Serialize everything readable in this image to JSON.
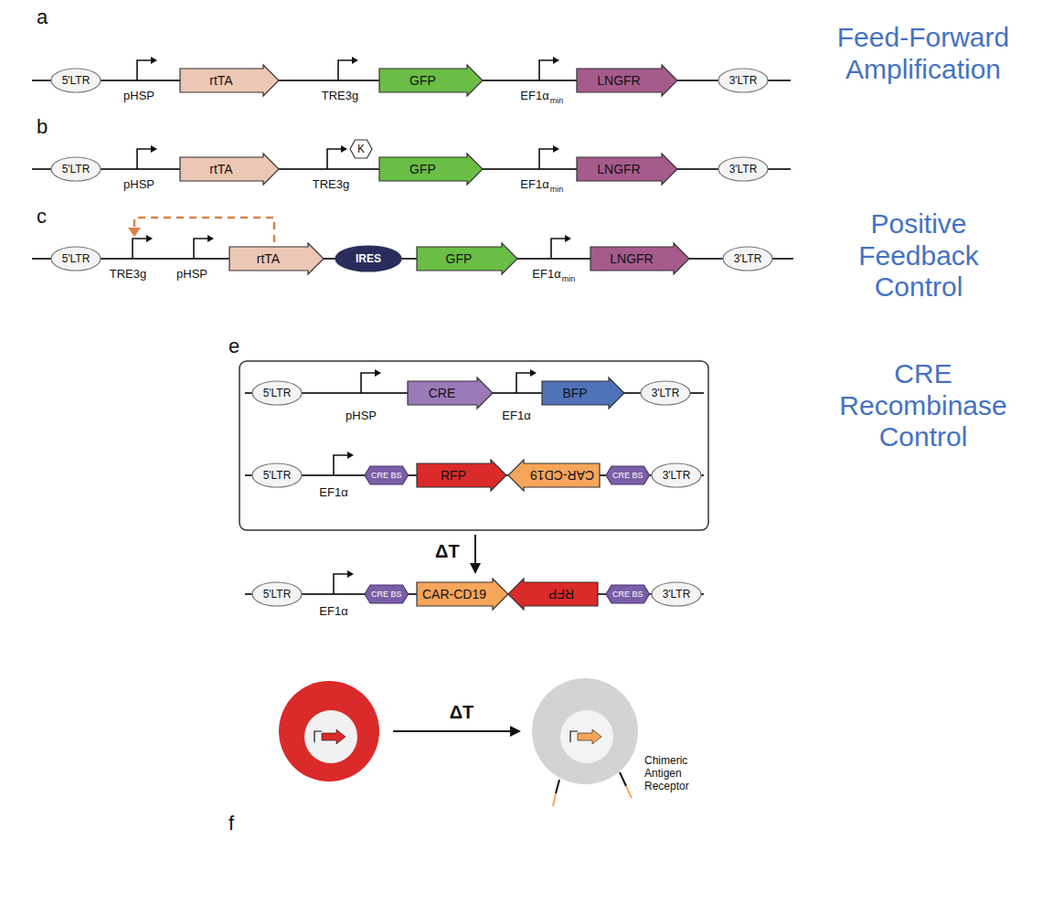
{
  "diagram": {
    "nodes": [
      {
        "text": [
          "5'LTR"
        ]
      },
      {
        "text": [
          "rtTA"
        ]
      },
      {
        "text": [
          "GFP"
        ]
      },
      {
        "text": [
          "LNGFR"
        ]
      },
      {
        "text": [
          "3'LTR"
        ]
      },
      {
        "text": [
          "5'LTR"
        ]
      },
      {
        "text": [
          "rtTA"
        ]
      },
      {
        "text": [
          "K"
        ]
      },
      {
        "text": [
          "GFP"
        ]
      },
      {
        "text": [
          "LNGFR"
        ]
      },
      {
        "text": [
          "3'LTR"
        ]
      },
      {
        "text": [
          "5'LTR"
        ]
      },
      {
        "text": [
          "rtTA"
        ]
      },
      {
        "text": [
          "IRES"
        ]
      },
      {
        "text": [
          "GFP"
        ]
      },
      {
        "text": [
          "LNGFR"
        ]
      },
      {
        "text": [
          "3'LTR"
        ]
      },
      {
        "text": [
          "5'LTR"
        ]
      },
      {
        "text": [
          "CRE"
        ]
      },
      {
        "text": [
          "BFP"
        ]
      },
      {
        "text": [
          "3'LTR"
        ]
      },
      {
        "text": [
          "5'LTR"
        ]
      },
      {
        "text": [
          "CRE BS"
        ]
      },
      {
        "text": [
          "RFP"
        ]
      },
      {
        "text": [
          "CAR-CD19"
        ]
      },
      {
        "text": [
          "CRE BS"
        ]
      },
      {
        "text": [
          "3'LTR"
        ]
      },
      {
        "text": [
          "5'LTR"
        ]
      },
      {
        "text": [
          "CRE BS"
        ]
      },
      {
        "text": [
          "CAR-CD19"
        ]
      },
      {
        "text": [
          "RFP"
        ]
      },
      {
        "text": [
          "CRE BS"
        ]
      },
      {
        "text": [
          "3'LTR"
        ]
      }
    ],
    "labels": [
      "a",
      "Feed-Forward Amplification",
      "pHSP",
      "TRE3g",
      "EF1α",
      "min",
      "b",
      "pHSP",
      "TRE3g",
      "EF1α",
      "min",
      "c",
      "TRE3g",
      "pHSP",
      "EF1α",
      "min",
      "Positive Feedback Control",
      "e",
      "CRE Recombinase Control",
      "pHSP",
      "EF1α",
      "EF1α",
      "ΔT",
      "EF1α",
      "ΔT",
      "Chimeric Antigen Receptor",
      "f"
    ]
  }
}
